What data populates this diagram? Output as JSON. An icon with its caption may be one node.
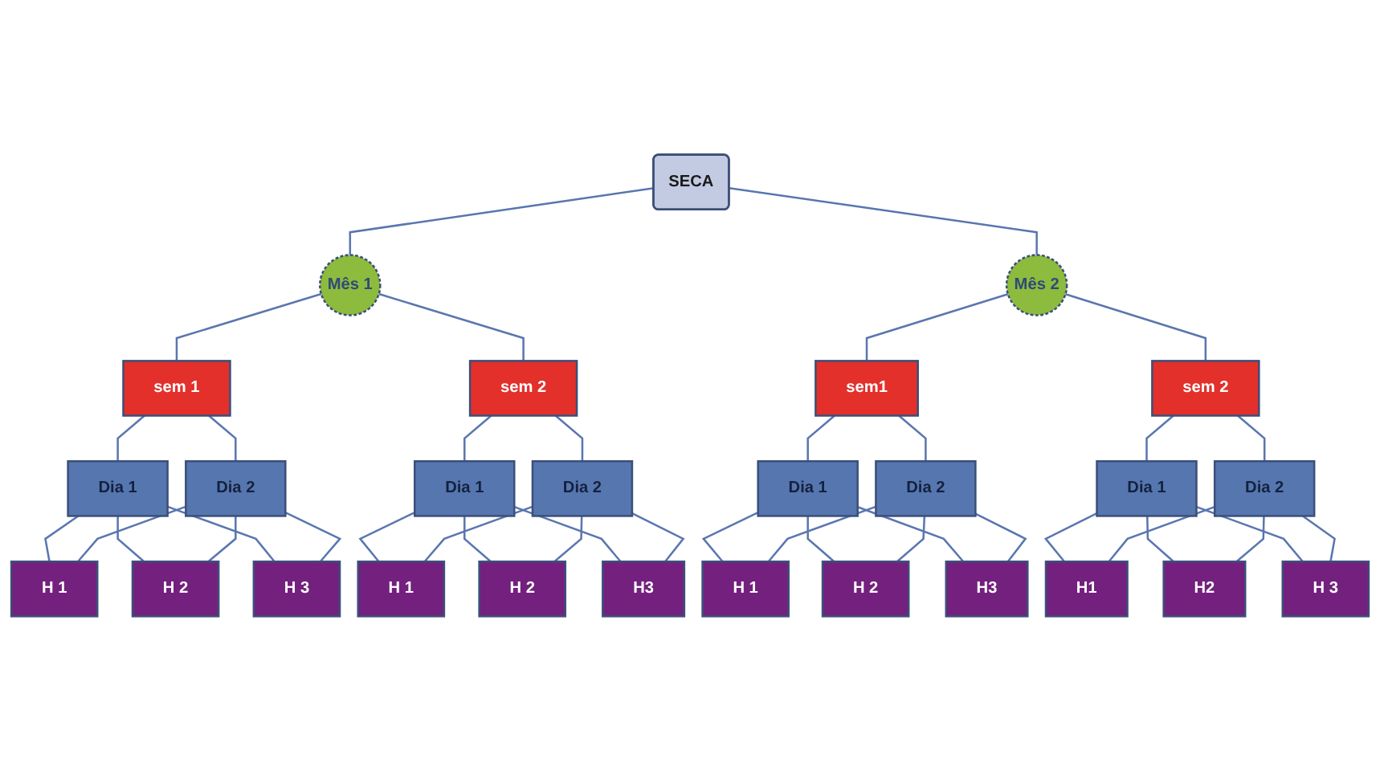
{
  "diagram": {
    "nodes": [
      {
        "text": [
          "SECA"
        ]
      },
      {
        "text": [
          "Mês 1"
        ]
      },
      {
        "text": [
          "Mês 2"
        ]
      },
      {
        "text": [
          "sem 1"
        ]
      },
      {
        "text": [
          "sem 2"
        ]
      },
      {
        "text": [
          "sem1"
        ]
      },
      {
        "text": [
          "sem 2"
        ]
      },
      {
        "text": [
          "Dia 1"
        ]
      },
      {
        "text": [
          "Dia 2"
        ]
      },
      {
        "text": [
          "Dia 1"
        ]
      },
      {
        "text": [
          "Dia 2"
        ]
      },
      {
        "text": [
          "Dia 1"
        ]
      },
      {
        "text": [
          "Dia 2"
        ]
      },
      {
        "text": [
          "Dia 1"
        ]
      },
      {
        "text": [
          "Dia 2"
        ]
      },
      {
        "text": [
          "H 1"
        ]
      },
      {
        "text": [
          "H 2"
        ]
      },
      {
        "text": [
          "H 3"
        ]
      },
      {
        "text": [
          "H 1"
        ]
      },
      {
        "text": [
          "H 2"
        ]
      },
      {
        "text": [
          "H3"
        ]
      },
      {
        "text": [
          "H 1"
        ]
      },
      {
        "text": [
          "H 2"
        ]
      },
      {
        "text": [
          "H3"
        ]
      },
      {
        "text": [
          "H1"
        ]
      },
      {
        "text": [
          "H2"
        ]
      },
      {
        "text": [
          "H 3"
        ]
      }
    ],
    "edges": [
      {
        "from": 0,
        "to": 1,
        "arrow": "none"
      },
      {
        "from": 0,
        "to": 2,
        "arrow": "none"
      },
      {
        "from": 1,
        "to": 3,
        "arrow": "none"
      },
      {
        "from": 1,
        "to": 4,
        "arrow": "none"
      },
      {
        "from": 2,
        "to": 5,
        "arrow": "none"
      },
      {
        "from": 2,
        "to": 6,
        "arrow": "none"
      },
      {
        "from": 3,
        "to": 7,
        "arrow": "none"
      },
      {
        "from": 3,
        "to": 8,
        "arrow": "none"
      },
      {
        "from": 4,
        "to": 9,
        "arrow": "none"
      },
      {
        "from": 4,
        "to": 10,
        "arrow": "none"
      },
      {
        "from": 5,
        "to": 11,
        "arrow": "none"
      },
      {
        "from": 5,
        "to": 12,
        "arrow": "none"
      },
      {
        "from": 6,
        "to": 13,
        "arrow": "none"
      },
      {
        "from": 6,
        "to": 14,
        "arrow": "none"
      },
      {
        "from": 7,
        "to": 15,
        "arrow": "none"
      },
      {
        "from": 7,
        "to": 16,
        "arrow": "none"
      },
      {
        "from": 7,
        "to": 17,
        "arrow": "none"
      },
      {
        "from": 8,
        "to": 15,
        "arrow": "none"
      },
      {
        "from": 8,
        "to": 16,
        "arrow": "none"
      },
      {
        "from": 8,
        "to": 17,
        "arrow": "none"
      },
      {
        "from": 9,
        "to": 18,
        "arrow": "none"
      },
      {
        "from": 9,
        "to": 19,
        "arrow": "none"
      },
      {
        "from": 9,
        "to": 20,
        "arrow": "none"
      },
      {
        "from": 10,
        "to": 18,
        "arrow": "none"
      },
      {
        "from": 10,
        "to": 19,
        "arrow": "none"
      },
      {
        "from": 10,
        "to": 20,
        "arrow": "none"
      },
      {
        "from": 11,
        "to": 21,
        "arrow": "none"
      },
      {
        "from": 11,
        "to": 22,
        "arrow": "none"
      },
      {
        "from": 11,
        "to": 23,
        "arrow": "none"
      },
      {
        "from": 12,
        "to": 21,
        "arrow": "none"
      },
      {
        "from": 12,
        "to": 22,
        "arrow": "none"
      },
      {
        "from": 12,
        "to": 23,
        "arrow": "none"
      },
      {
        "from": 13,
        "to": 24,
        "arrow": "none"
      },
      {
        "from": 13,
        "to": 25,
        "arrow": "none"
      },
      {
        "from": 13,
        "to": 26,
        "arrow": "none"
      },
      {
        "from": 14,
        "to": 24,
        "arrow": "none"
      },
      {
        "from": 14,
        "to": 25,
        "arrow": "none"
      },
      {
        "from": 14,
        "to": 26,
        "arrow": "none"
      }
    ]
  }
}
